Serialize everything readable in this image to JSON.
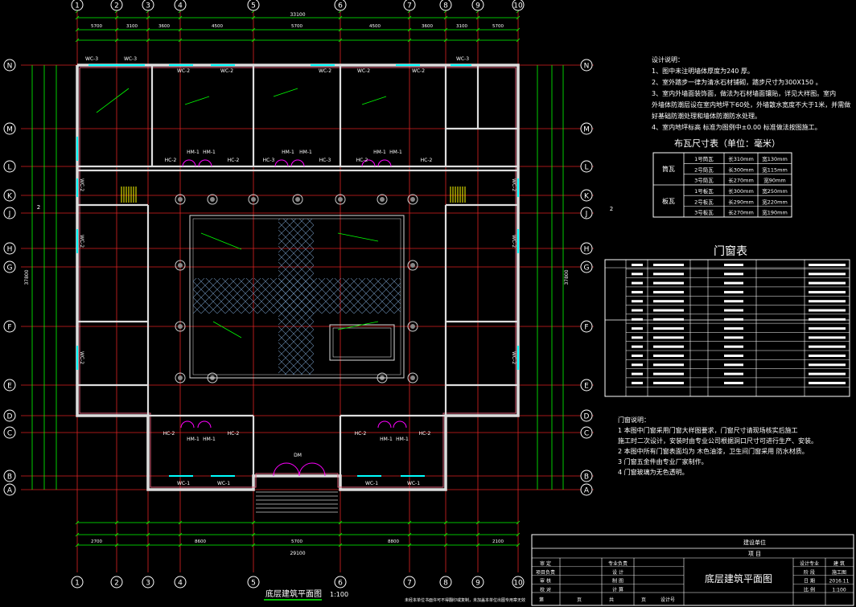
{
  "grid": {
    "cols": [
      "1",
      "2",
      "3",
      "4",
      "5",
      "6",
      "7",
      "8",
      "9",
      "10"
    ],
    "rows": [
      "N",
      "M",
      "L",
      "K",
      "J",
      "H",
      "G",
      "F",
      "E",
      "D",
      "C",
      "B",
      "A"
    ],
    "axis_k_note": "2"
  },
  "dimensions": {
    "top_overall": "33100",
    "top_mid": [
      "5700",
      "3100",
      "3600",
      "4500",
      "5700",
      "4500",
      "3600",
      "3100",
      "5700"
    ],
    "bottom_mid": [
      "2700",
      "8600",
      "5700",
      "8800",
      "2100"
    ],
    "bottom_overall": "29100",
    "left_total": "37800",
    "right_total": "37800"
  },
  "room_labels": {
    "wc2": "WC-2",
    "wc3": "WC-3",
    "wc1": "WC-1",
    "hc2": "HC-2",
    "hc3": "HC-3",
    "hm1": "HM-1",
    "dm": "DM"
  },
  "drawing_title": "底层建筑平面图",
  "drawing_scale": "1:100",
  "design_notes": {
    "heading": "设计说明：",
    "items": [
      "1、图中未注明墙体厚度为240 厚。",
      "2、室外踏步一律为清水石材铺砌，踏步尺寸为300X150 。",
      "3、室内外墙面装饰面，做法为石材墙面镶贴，详见大样图。室内",
      "外墙体防潮层设在室内地坪下60处，外墙散水宽度不大于1米，并需做",
      "好基础防潮处理和墙体防潮防水处理。",
      "4、室内地坪标高 标准为图例中±0.00 标准做法按图施工。"
    ]
  },
  "tile_table": {
    "title": "布瓦尺寸表（单位：毫米）",
    "groups": [
      {
        "name": "筒瓦",
        "rows": [
          [
            "1号筒瓦",
            "长310mm",
            "宽130mm"
          ],
          [
            "2号筒瓦",
            "长300mm",
            "宽115mm"
          ],
          [
            "3号筒瓦",
            "长270mm",
            "宽90mm"
          ]
        ]
      },
      {
        "name": "板瓦",
        "rows": [
          [
            "1号板瓦",
            "长300mm",
            "宽250mm"
          ],
          [
            "2号板瓦",
            "长290mm",
            "宽220mm"
          ],
          [
            "3号板瓦",
            "长270mm",
            "宽190mm"
          ]
        ]
      }
    ]
  },
  "door_window_table": {
    "title": "门窗表"
  },
  "door_window_notes": {
    "heading": "门窗说明：",
    "items": [
      "1 本图中门窗采用门窗大样图要求，门窗尺寸请现场核实后施工",
      "施工时二次设计，安装时由专业公司根据洞口尺寸可进行生产、安装。",
      "2 本图中所有门窗表面均为    木色油漆，卫生间门窗采用 防水材质。",
      "3 门窗五金件由专业厂家制作。",
      "4 门窗玻璃为无色透明。"
    ]
  },
  "title_block": {
    "project_label": "建设单位",
    "item_label": "项  目",
    "drawing_name": "底层建筑平面图",
    "left_labels": [
      "审  定",
      "项目负责",
      "审  核",
      "校  对"
    ],
    "mid_labels": [
      "专业负责",
      "设  计",
      "制  图",
      "计  算"
    ],
    "right_labels": [
      "设计专业",
      "阶  段",
      "日  期",
      "比  例"
    ],
    "right_values": [
      "建 筑",
      "施工图",
      "2016.11",
      "1:100"
    ],
    "bottom_row": [
      "第",
      "页",
      "共",
      "页",
      "设计号"
    ],
    "footer": "未经本单位书面许可不得翻印或复制，未加盖本单位出图专用章无效"
  }
}
